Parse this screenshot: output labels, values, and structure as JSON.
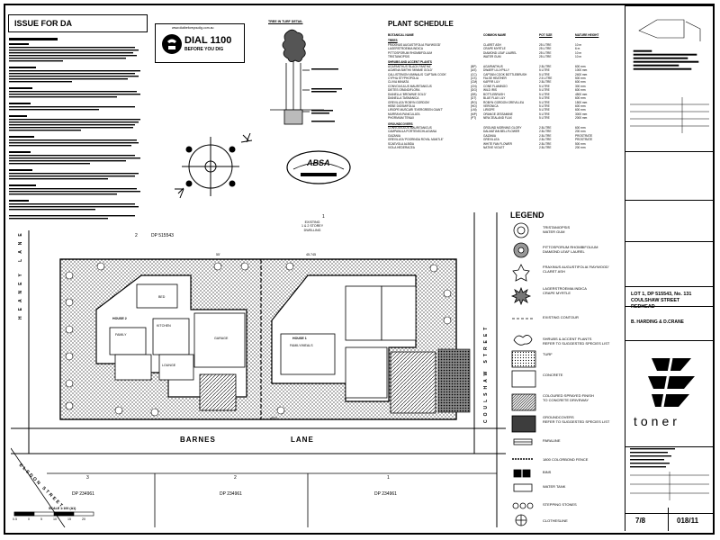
{
  "header": {
    "issue_label": "ISSUE FOR DA",
    "dial_number": "DIAL 1100",
    "dial_sub": "BEFORE YOU DIG",
    "dial_url": "www.dialbeforeyoudig.com.au",
    "tree_section_title": "TREE IN TURF DETAIL",
    "absa_label": "ABSA"
  },
  "plant_schedule": {
    "title": "PLANT SCHEDULE",
    "columns": [
      "BOTANICAL NAME",
      "",
      "COMMON NAME",
      "POT SIZE",
      "MATURE HEIGHT"
    ],
    "groups": [
      {
        "name": "TREES",
        "rows": [
          [
            "FRAXINUS AUGUSTIFOLIA 'RAYWOOD'",
            "",
            "CLARET ASH",
            "25 LITRE",
            "10 m"
          ],
          [
            "LAGERSTROEMIA INDICA",
            "",
            "CRAPE MYRTLE",
            "25 LITRE",
            "6 m"
          ],
          [
            "PITTOSPORUM RHOMBIFOLIUM",
            "",
            "DIAMOND LEAF LAUREL",
            "25 LITRE",
            "10 m"
          ],
          [
            "TRISTANIOPSIS",
            "",
            "WATER GUM",
            "25 LITRE",
            "10 m"
          ]
        ]
      },
      {
        "name": "SHRUBS AND ACCENT PLANTS",
        "rows": [
          [
            "AGAPANTHUS 'BLACK PANTHA'",
            "(BP)",
            "AGAPANTHUS",
            "2.5LITRE",
            "600 mm"
          ],
          [
            "ACMENA SMITHII 'MINIME GOLD'",
            "(AS)",
            "DWARF LILLYPILLY",
            "5 LITRE",
            "1000 mm"
          ],
          [
            "CALLISTEMON VIMINALIS 'CAPTAIN COOK'",
            "(CC)",
            "CAPTAIN COOK BOTTLEBRUSH",
            "5 LITRE",
            "2400 mm"
          ],
          [
            "CYPHA STYPHOPOLIA",
            "(CS)",
            "FALSE HEATHER",
            "2.5 LITRE",
            "500 mm"
          ],
          [
            "CLIVIA MINIATA",
            "(CM)",
            "KAFFIR LILY",
            "2.5LITRE",
            "600 mm"
          ],
          [
            "CONVOLVULUS MAURITANICUS",
            "(CN)",
            "CONE FLAMINGO",
            "5 LITRE",
            "300 mm"
          ],
          [
            "DIETES GRANDIFLORA",
            "(DG)",
            "WILD IRIS",
            "5 LITRE",
            "600 mm"
          ],
          [
            "DIANELLA 'BROWNIE GOLD'",
            "(DB)",
            "BOTTLEBRUSH",
            "5 LITRE",
            "4500 mm"
          ],
          [
            "DIANELLA TASMANICA",
            "(DT)",
            "BLUE FLAX LILY",
            "5 LITRE",
            "600 mm"
          ],
          [
            "GREVILLEA 'ROBYN GORDON'",
            "(RG)",
            "ROBYN GORDON GREVILLEA",
            "5 LITRE",
            "1500 mm"
          ],
          [
            "HEBE DIOSMIFOLIA",
            "(HD)",
            "VERONICA",
            "5 LITRE",
            "600 mm"
          ],
          [
            "LIRIOPE MUSCARI 'EVERGREEN GIANT'",
            "(LM)",
            "LIRIOPE",
            "5 LITRE",
            "600 mm"
          ],
          [
            "MURRAYA PANICULATA",
            "(MP)",
            "ORANGE JESSAMINE",
            "5 LITRE",
            "3000 mm"
          ],
          [
            "PHORMIUM TENAX",
            "(PT)",
            "NEW ZEALAND FLAX",
            "5 LITRE",
            "2000 mm"
          ]
        ]
      },
      {
        "name": "GROUNDCOVERS",
        "rows": [
          [
            "CONVOLVULUS MAURITANICUS",
            "",
            "GROUND MORNING GLORY",
            "2.5LITRE",
            "600 mm"
          ],
          [
            "CAMPANULA PORTENSCHLAGIANA",
            "",
            "DALMATIAN BELLFLOWER",
            "2.5LITRE",
            "200 mm"
          ],
          [
            "GAZANIA",
            "",
            "GAZANIA",
            "2.5LITRE",
            "PROSTRATE"
          ],
          [
            "GREVILLEA 'POORINDA ROYAL MANTLE'",
            "",
            "GREVILLEA",
            "2.5LITRE",
            "PROSTRATE"
          ],
          [
            "SCAEVOLA ALBIDA",
            "",
            "WHITE FAN FLOWER",
            "2.5LITRE",
            "500 mm"
          ],
          [
            "VIOLA HEDERACEA",
            "",
            "NATIVE VIOLET",
            "2.5LITRE",
            "200 mm"
          ]
        ]
      }
    ]
  },
  "plan": {
    "dp_top": "DP 515543",
    "lot_top_left": "2",
    "lot_top_right": "1",
    "dwelling_note": "EXISTING\n1 & 2 STOREY\nDWELLING",
    "dim_55": "55'",
    "dim_45745": "45.745",
    "dim_4572": "4572",
    "house2": "HOUSE 2",
    "house1": "HOUSE 1",
    "garage": "GARAGE",
    "bed": "BED",
    "kitchen": "KITCHEN",
    "family": "FAMILY",
    "lounge": "LOUNGE",
    "family_meals": "FAMILY/MEALS",
    "heaney_lane": "HEANEY LANE",
    "coulshaw_street": "COULSHAW STREET",
    "barnes_lane": "BARNES LANE",
    "elsdon_street": "ELSDON STREET",
    "dp_bottom": [
      "DP 234961",
      "DP 234961",
      "DP 234961"
    ],
    "lots_bottom": [
      "3",
      "2",
      "1"
    ],
    "scale_label": "SCALE 1:100 (A1)",
    "scale_ticks": [
      "0.5",
      "0",
      "5",
      "10",
      "15",
      "20"
    ]
  },
  "legend": {
    "title": "LEGEND",
    "items": [
      {
        "label": "TRISTANIOPSIS\nWATER GUM",
        "icon": "tree-circle"
      },
      {
        "label": "PITTOSPORUM RHOMBIFOLIUM\nDIAMOND LEAF LAUREL",
        "icon": "tree-circle-dense"
      },
      {
        "label": "FRAXINUS AUGUSTIFOLIA 'RAYWOOD'\nCLARET ASH",
        "icon": "tree-star"
      },
      {
        "label": "LAGERSTROEMIA INDICA\nCRAPE MYRTLE",
        "icon": "tree-spiky"
      },
      {
        "label": "EXISTING CONTOUR",
        "icon": "dashed-line"
      },
      {
        "label": "SHRUBS & ACCENT PLANTS\nREFER TO SUGGESTED SPECIES LIST",
        "icon": "shrub-cloud"
      },
      {
        "label": "TURF",
        "icon": "dots-box"
      },
      {
        "label": "CONCRETE",
        "icon": "dots-light-box"
      },
      {
        "label": "COLOURED SPRAYED FINISH\nTO CONCRETE DRIVEWAY",
        "icon": "hatch-box"
      },
      {
        "label": "GROUNDCOVERS\nREFER TO SUGGESTED SPECIES LIST",
        "icon": "dense-box"
      },
      {
        "label": "PARALINE",
        "icon": "paraline"
      },
      {
        "label": "1800 COLORBOND FENCE",
        "icon": "fence-line"
      },
      {
        "label": "BINS",
        "icon": "bins"
      },
      {
        "label": "WATER TANK",
        "icon": "tank"
      },
      {
        "label": "STEPPING STONES",
        "icon": "stones"
      },
      {
        "label": "CLOTHESLINE",
        "icon": "clothesline"
      }
    ]
  },
  "title_block": {
    "project": "LOT 1, DP 515543, No. 131\nCOULSHAW STREET\nREDHEAD",
    "client": "B. HARDING & D.CRANE",
    "brand": "toner",
    "sheet": "7/8",
    "job": "018/11"
  }
}
